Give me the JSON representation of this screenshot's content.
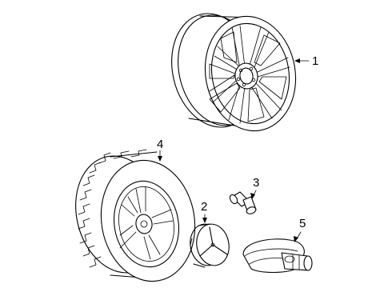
{
  "callouts": [
    {
      "id": "wheel",
      "number": "1"
    },
    {
      "id": "center-cap",
      "number": "2"
    },
    {
      "id": "valve-stem",
      "number": "3"
    },
    {
      "id": "tire",
      "number": "4"
    },
    {
      "id": "tpms-sensor",
      "number": "5"
    }
  ]
}
